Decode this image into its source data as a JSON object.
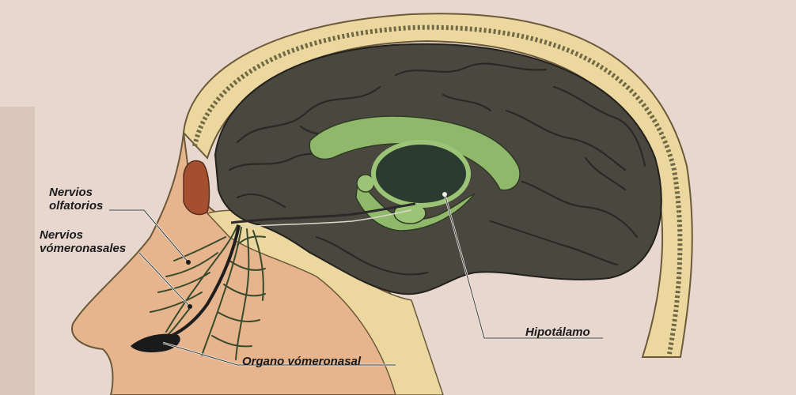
{
  "labels": {
    "olfactory_line1": "Nervios",
    "olfactory_line2": "olfatorios",
    "vomeronasal_nerves_line1": "Nervios",
    "vomeronasal_nerves_line2": "vómeronasales",
    "vomeronasal_organ": "Organo vómeronasal",
    "hypothalamus": "Hipotálamo"
  },
  "colors": {
    "paper": "#e7d7cf",
    "bone": "#ecd79e",
    "skin": "#e6b58e",
    "brain": "#4a473f",
    "limbic": "#8fb86a",
    "hypothalamus": "#2c3b30"
  }
}
